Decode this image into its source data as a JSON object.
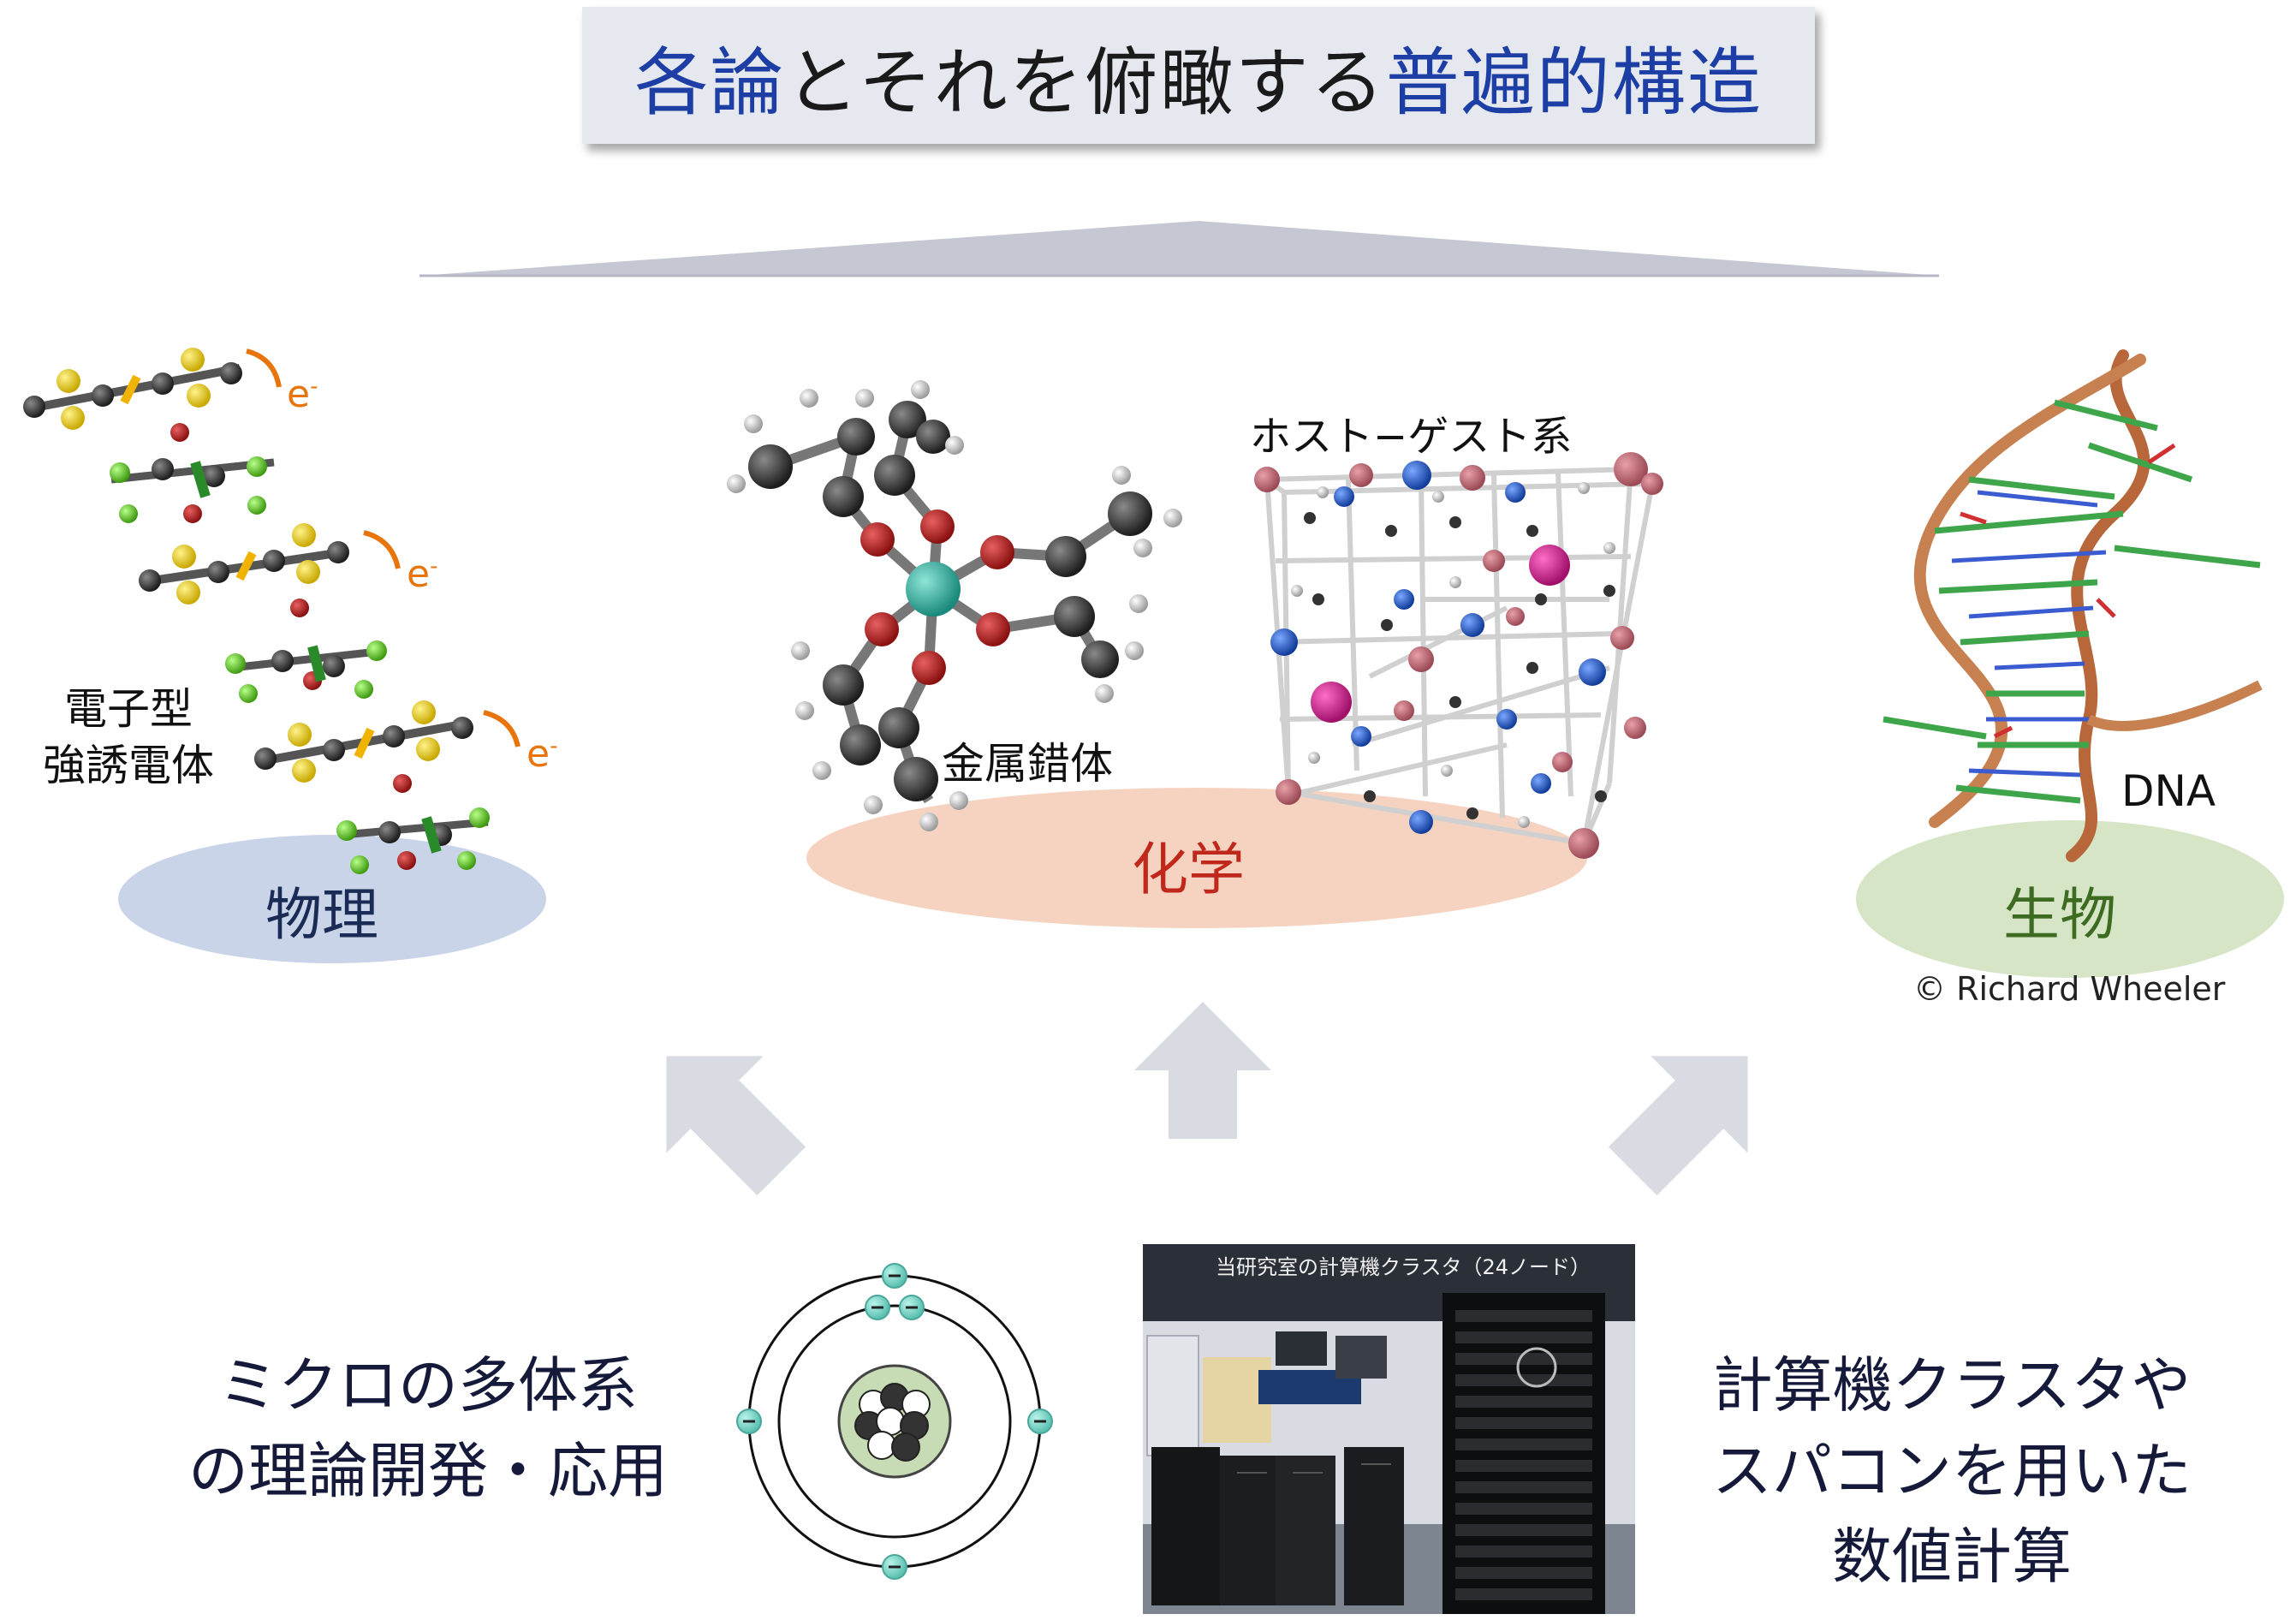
{
  "title": {
    "part1": "各論",
    "part2": "とそれを俯瞰する",
    "part3": "普遍的構造"
  },
  "fields": {
    "physics": "物理",
    "chemistry": "化学",
    "biology": "生物"
  },
  "physics_panel": {
    "label_line1": "電子型",
    "label_line2": "強誘電体",
    "electron_label": "e"
  },
  "chemistry_panel": {
    "complex_label": "金属錯体",
    "hostguest_label": "ホスト−ゲスト系"
  },
  "biology_panel": {
    "dna_label": "DNA",
    "credit": "© Richard Wheeler"
  },
  "bottom": {
    "left_line1": "ミクロの多体系",
    "left_line2": "の理論開発・応用",
    "right_line1": "計算機クラスタや",
    "right_line2": "スパコンを用いた",
    "right_line3": "数値計算",
    "photo_caption": "当研究室の計算機クラスタ（24ノード）"
  },
  "colors": {
    "title_highlight": "#1d3fa5",
    "chemistry_red": "#c0281c",
    "biology_green": "#3d6b22",
    "physics_blue": "#1a2b55",
    "arrow_fill": "#d9dbe3"
  }
}
